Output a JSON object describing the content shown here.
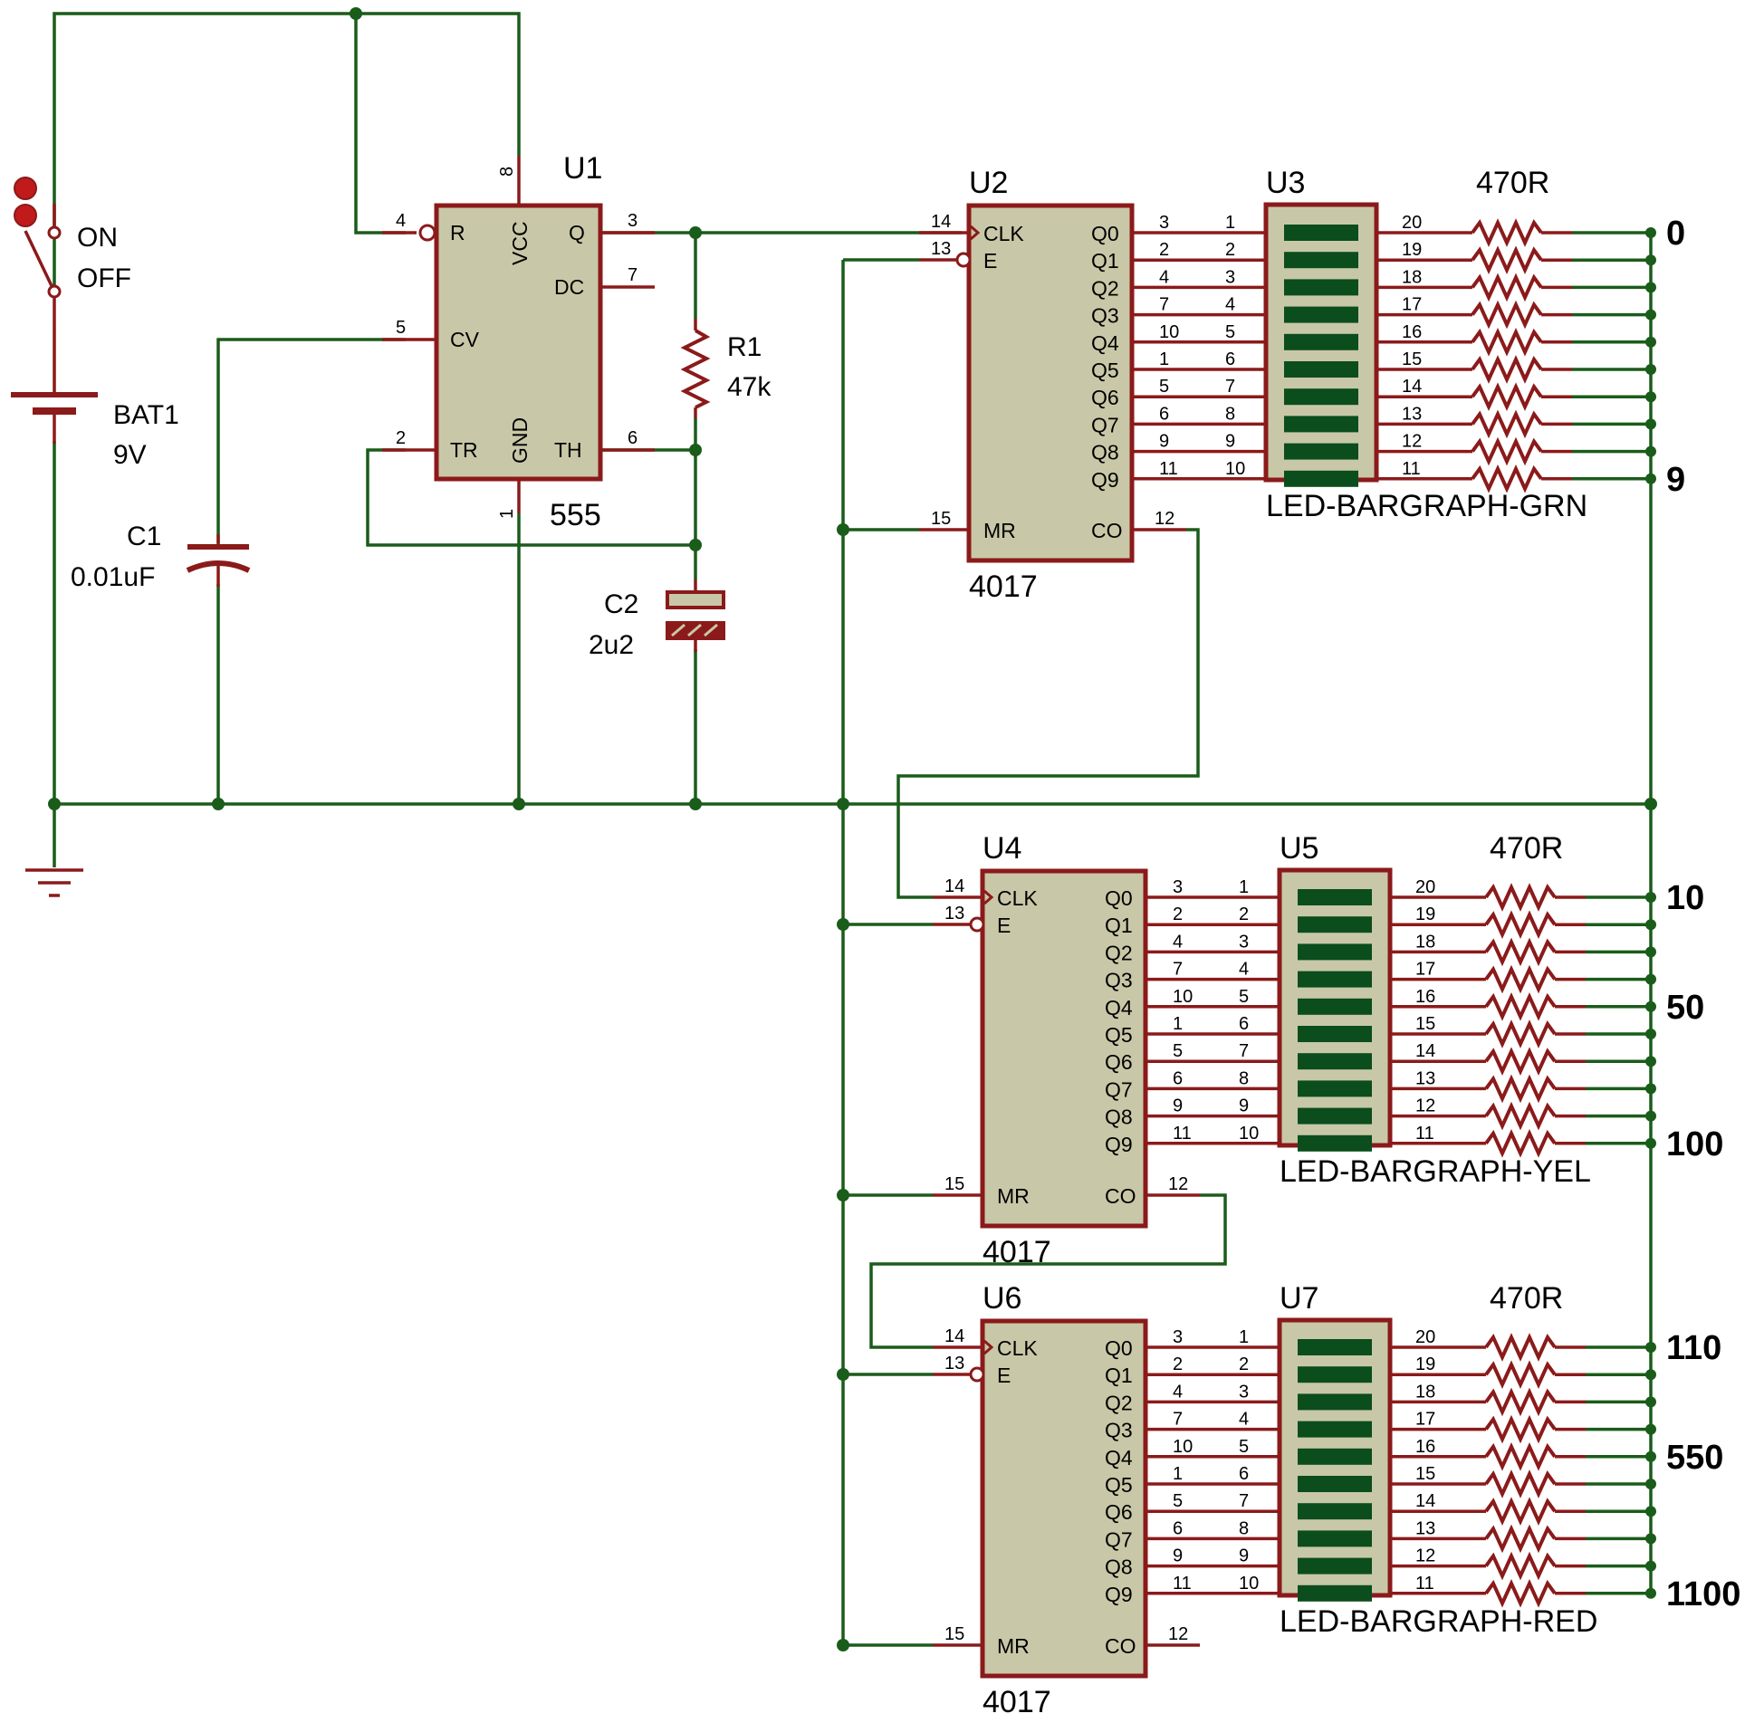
{
  "switch": {
    "on": "ON",
    "off": "OFF"
  },
  "battery": {
    "ref": "BAT1",
    "value": "9V"
  },
  "c1": {
    "ref": "C1",
    "value": "0.01uF"
  },
  "c2": {
    "ref": "C2",
    "value": "2u2"
  },
  "r1": {
    "ref": "R1",
    "value": "47k"
  },
  "timer": {
    "ref": "U1",
    "part": "555",
    "pin_labels": [
      "R",
      "VCC",
      "Q",
      "DC",
      "CV",
      "TR",
      "GND",
      "TH"
    ],
    "pin_numbers": [
      "4",
      "8",
      "3",
      "7",
      "5",
      "2",
      "1",
      "6"
    ]
  },
  "counter_pins": {
    "left_labels": [
      "CLK",
      "E",
      "MR"
    ],
    "left_numbers": [
      "14",
      "13",
      "15"
    ],
    "outputs": [
      "Q0",
      "Q1",
      "Q2",
      "Q3",
      "Q4",
      "Q5",
      "Q6",
      "Q7",
      "Q8",
      "Q9"
    ],
    "output_pins": [
      "3",
      "2",
      "4",
      "7",
      "10",
      "1",
      "5",
      "6",
      "9",
      "11"
    ],
    "carry_label": "CO",
    "carry_pin": "12"
  },
  "bargraph_pins": {
    "anodes": [
      "1",
      "2",
      "3",
      "4",
      "5",
      "6",
      "7",
      "8",
      "9",
      "10"
    ],
    "cathodes": [
      "20",
      "19",
      "18",
      "17",
      "16",
      "15",
      "14",
      "13",
      "12",
      "11"
    ]
  },
  "resistor_value": "470R",
  "stages": [
    {
      "counter_ref": "U2",
      "counter_part": "4017",
      "bar_ref": "U3",
      "bar_part": "LED-BARGRAPH-GRN",
      "scale": [
        "0",
        "",
        "",
        "",
        "",
        "",
        "",
        "",
        "",
        "9"
      ]
    },
    {
      "counter_ref": "U4",
      "counter_part": "4017",
      "bar_ref": "U5",
      "bar_part": "LED-BARGRAPH-YEL",
      "scale": [
        "10",
        "",
        "",
        "",
        "50",
        "",
        "",
        "",
        "",
        "100"
      ]
    },
    {
      "counter_ref": "U6",
      "counter_part": "4017",
      "bar_ref": "U7",
      "bar_part": "LED-BARGRAPH-RED",
      "scale": [
        "110",
        "",
        "",
        "",
        "550",
        "",
        "",
        "",
        "",
        "1100"
      ]
    }
  ]
}
